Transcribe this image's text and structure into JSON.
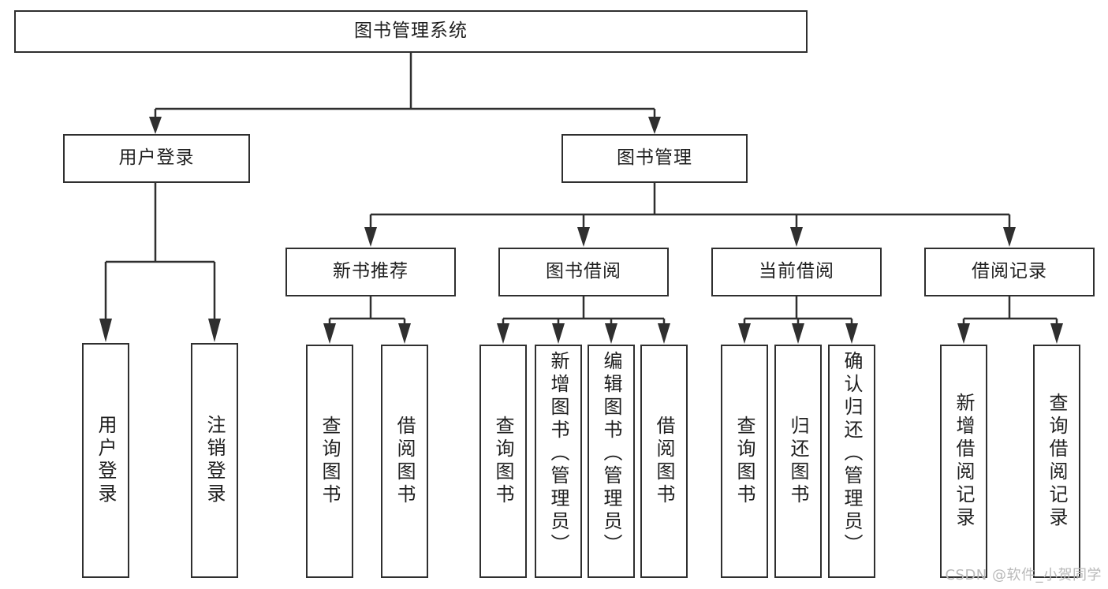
{
  "diagram": {
    "type": "tree",
    "title": "图书管理系统",
    "watermark": "CSDN @软件_小贺同学",
    "colors": {
      "stroke": "#2f2f2f",
      "fill": "#ffffff",
      "text": "#1f1f1f",
      "watermark": "#b9b9b9"
    },
    "levels": {
      "root": {
        "label": "图书管理系统"
      },
      "level2": [
        {
          "id": "user-login",
          "label": "用户登录"
        },
        {
          "id": "book-manage",
          "label": "图书管理"
        }
      ],
      "level3": [
        {
          "id": "new-book-recommend",
          "label": "新书推荐",
          "parent": "book-manage"
        },
        {
          "id": "book-borrow",
          "label": "图书借阅",
          "parent": "book-manage"
        },
        {
          "id": "current-borrow",
          "label": "当前借阅",
          "parent": "book-manage"
        },
        {
          "id": "borrow-record",
          "label": "借阅记录",
          "parent": "book-manage"
        }
      ],
      "leaves": [
        {
          "id": "leaf-user-login",
          "label": "用户登录",
          "parent": "user-login"
        },
        {
          "id": "leaf-logout",
          "label": "注销登录",
          "parent": "user-login"
        },
        {
          "id": "leaf-query-book-1",
          "label": "查询图书",
          "parent": "new-book-recommend"
        },
        {
          "id": "leaf-borrow-book-1",
          "label": "借阅图书",
          "parent": "new-book-recommend"
        },
        {
          "id": "leaf-query-book-2",
          "label": "查询图书",
          "parent": "book-borrow"
        },
        {
          "id": "leaf-add-book",
          "label": "新增图书（管理员）",
          "parent": "book-borrow"
        },
        {
          "id": "leaf-edit-book",
          "label": "编辑图书（管理员）",
          "parent": "book-borrow"
        },
        {
          "id": "leaf-borrow-book-2",
          "label": "借阅图书",
          "parent": "book-borrow"
        },
        {
          "id": "leaf-query-book-3",
          "label": "查询图书",
          "parent": "current-borrow"
        },
        {
          "id": "leaf-return-book",
          "label": "归还图书",
          "parent": "current-borrow"
        },
        {
          "id": "leaf-confirm-return",
          "label": "确认归还（管理员）",
          "parent": "current-borrow"
        },
        {
          "id": "leaf-add-record",
          "label": "新增借阅记录",
          "parent": "borrow-record"
        },
        {
          "id": "leaf-query-record",
          "label": "查询借阅记录",
          "parent": "borrow-record"
        }
      ]
    }
  }
}
